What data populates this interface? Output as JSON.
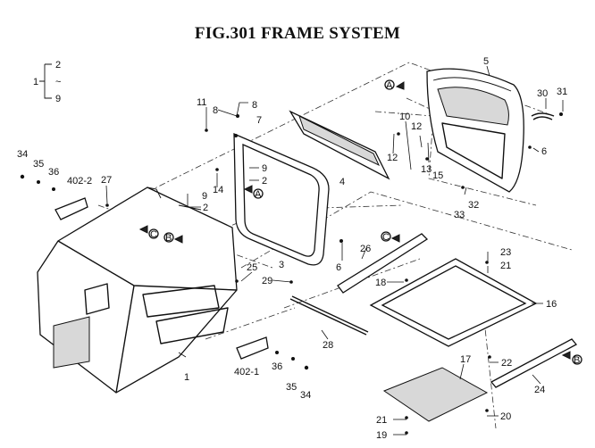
{
  "title": "FIG.301  FRAME SYSTEM",
  "legend": {
    "main": "1",
    "top": "2",
    "mid": "~",
    "bottom": "9"
  },
  "callouts": [
    {
      "id": "c-5",
      "text": "5"
    },
    {
      "id": "c-30",
      "text": "30"
    },
    {
      "id": "c-31",
      "text": "31"
    },
    {
      "id": "c-6a",
      "text": "6"
    },
    {
      "id": "c-10",
      "text": "10"
    },
    {
      "id": "c-12a",
      "text": "12"
    },
    {
      "id": "c-12b",
      "text": "12"
    },
    {
      "id": "c-13",
      "text": "13"
    },
    {
      "id": "c-15",
      "text": "15"
    },
    {
      "id": "c-32",
      "text": "32"
    },
    {
      "id": "c-33",
      "text": "33"
    },
    {
      "id": "c-8a",
      "text": "8"
    },
    {
      "id": "c-8b",
      "text": "8"
    },
    {
      "id": "c-7",
      "text": "7"
    },
    {
      "id": "c-11",
      "text": "11"
    },
    {
      "id": "c-14",
      "text": "14"
    },
    {
      "id": "c-9a",
      "text": "9"
    },
    {
      "id": "c-2a",
      "text": "2"
    },
    {
      "id": "c-4",
      "text": "4"
    },
    {
      "id": "c-9b",
      "text": "9"
    },
    {
      "id": "c-2b",
      "text": "2"
    },
    {
      "id": "c-3",
      "text": "3"
    },
    {
      "id": "c-6b",
      "text": "6"
    },
    {
      "id": "c-34a",
      "text": "34"
    },
    {
      "id": "c-35a",
      "text": "35"
    },
    {
      "id": "c-36a",
      "text": "36"
    },
    {
      "id": "c-402-2",
      "text": "402-2"
    },
    {
      "id": "c-27",
      "text": "27"
    },
    {
      "id": "c-25",
      "text": "25"
    },
    {
      "id": "c-29",
      "text": "29"
    },
    {
      "id": "c-26",
      "text": "26"
    },
    {
      "id": "c-18",
      "text": "18"
    },
    {
      "id": "c-23",
      "text": "23"
    },
    {
      "id": "c-21a",
      "text": "21"
    },
    {
      "id": "c-16",
      "text": "16"
    },
    {
      "id": "c-28",
      "text": "28"
    },
    {
      "id": "c-22",
      "text": "22"
    },
    {
      "id": "c-24",
      "text": "24"
    },
    {
      "id": "c-17",
      "text": "17"
    },
    {
      "id": "c-21b",
      "text": "21"
    },
    {
      "id": "c-19",
      "text": "19"
    },
    {
      "id": "c-20",
      "text": "20"
    },
    {
      "id": "c-1",
      "text": "1"
    },
    {
      "id": "c-402-1",
      "text": "402-1"
    },
    {
      "id": "c-36b",
      "text": "36"
    },
    {
      "id": "c-35b",
      "text": "35"
    },
    {
      "id": "c-34b",
      "text": "34"
    }
  ],
  "markers": [
    {
      "id": "m-a1",
      "text": "A"
    },
    {
      "id": "m-a2",
      "text": "A"
    },
    {
      "id": "m-b1",
      "text": "B"
    },
    {
      "id": "m-b2",
      "text": "B"
    },
    {
      "id": "m-c1",
      "text": "C"
    },
    {
      "id": "m-c2",
      "text": "C"
    }
  ],
  "colors": {
    "line": "#111111",
    "background": "#ffffff"
  }
}
